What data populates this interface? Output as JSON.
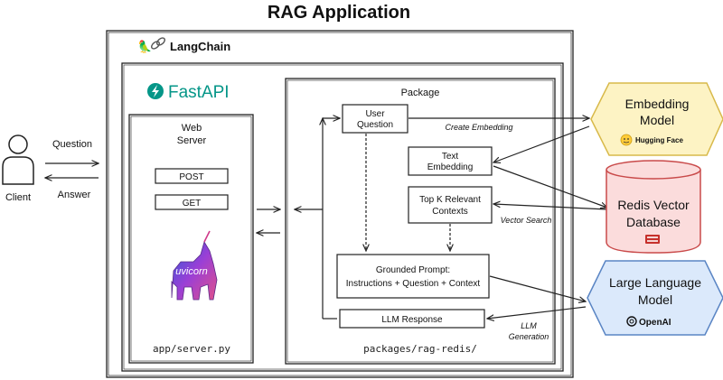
{
  "title": "RAG Application",
  "langchain": {
    "label": "LangChain",
    "icon": "parrot-link-icon"
  },
  "fastapi": {
    "label": "FastAPI",
    "icon": "fastapi-bolt-icon",
    "color": "#059688"
  },
  "client": {
    "label": "Client",
    "question": "Question",
    "answer": "Answer"
  },
  "web_server": {
    "title_line1": "Web",
    "title_line2": "Server",
    "post": "POST",
    "get": "GET",
    "logo_text": "uvicorn",
    "path": "app/server.py"
  },
  "package": {
    "title": "Package",
    "user_question_line1": "User",
    "user_question_line2": "Question",
    "text_embedding_line1": "Text",
    "text_embedding_line2": "Embedding",
    "topk_line1": "Top K Relevant",
    "topk_line2": "Contexts",
    "grounded_line1": "Grounded Prompt:",
    "grounded_line2": "Instructions + Question + Context",
    "llm_response": "LLM Response",
    "path": "packages/rag-redis/"
  },
  "edges": {
    "create_embedding": "Create Embedding",
    "vector_search": "Vector Search",
    "llm_generation_line1": "LLM",
    "llm_generation_line2": "Generation"
  },
  "embedding": {
    "line1": "Embedding",
    "line2": "Model",
    "vendor": "Hugging Face",
    "fill": "#fdf3c4",
    "stroke": "#d8b94a"
  },
  "redis": {
    "line1": "Redis Vector",
    "line2": "Database",
    "fill": "#fbdcdc",
    "stroke": "#c94a4a"
  },
  "llm": {
    "line1": "Large Language",
    "line2": "Model",
    "vendor": "OpenAI",
    "fill": "#dbe9fb",
    "stroke": "#5a85c4"
  }
}
